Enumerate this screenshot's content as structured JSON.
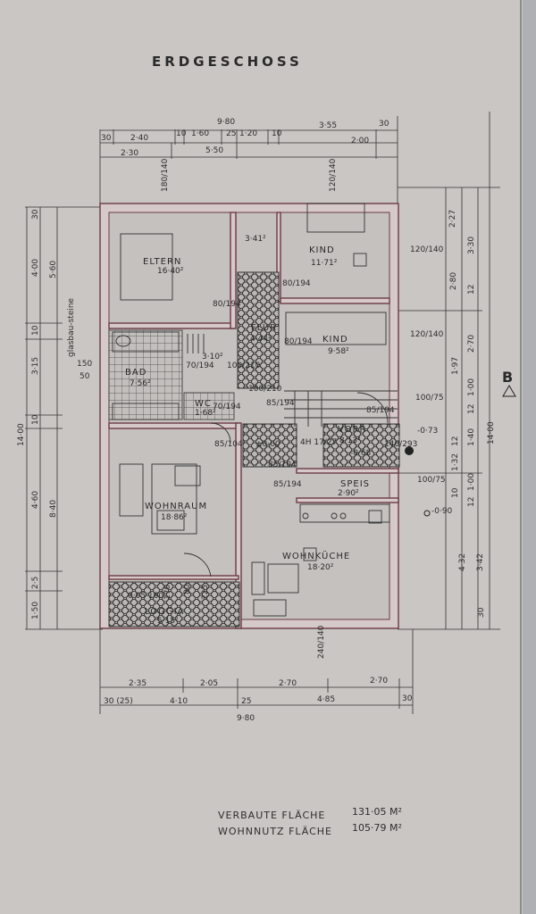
{
  "title": "ERDGESCHOSS",
  "section_marker": "B",
  "rooms": [
    {
      "id": "eltern",
      "name": "ELTERN",
      "area": "16·40²"
    },
    {
      "id": "kind1",
      "name": "KIND",
      "area": "11·71²"
    },
    {
      "id": "kind2",
      "name": "KIND",
      "area": "9·58²"
    },
    {
      "id": "flur",
      "name": "FLUR",
      "area": "4·44²"
    },
    {
      "id": "bad",
      "name": "BAD",
      "area": "7·56²"
    },
    {
      "id": "wc",
      "name": "WC",
      "area": "1·68²"
    },
    {
      "id": "vorr",
      "name": "VORR",
      "area": "8·13²"
    },
    {
      "id": "speis",
      "name": "SPEIS",
      "area": "2·90²"
    },
    {
      "id": "wohnraum",
      "name": "WOHNRAUM",
      "area": "18·86²"
    },
    {
      "id": "wohnkueche",
      "name": "WOHNKÜCHE",
      "area": "18·20²"
    },
    {
      "id": "loggia",
      "name": "LOGGIA",
      "area": "5·15²"
    }
  ],
  "misc_area_label": "3·41²",
  "misc_area_label_2": "3·10²",
  "glass_block_label": "glasbau-steine",
  "stair_label": "4H 17/27",
  "level_labels": [
    "±0·00",
    "-0·68",
    "-0·73",
    "-0·90"
  ],
  "openings": [
    "80/194",
    "80/194",
    "80/194",
    "70/194",
    "70/194",
    "85/104",
    "85/104",
    "100/210",
    "85/194",
    "85/194",
    "100/210",
    "140/293",
    "85/194"
  ],
  "window_labels": [
    "120/140",
    "120/140",
    "100/75",
    "100/75",
    "180/140",
    "120/140",
    "240/140",
    "0·05 160",
    "170",
    "80",
    "225"
  ],
  "dims_top": [
    "9·80",
    "30",
    "2·40",
    "10",
    "1·60",
    "25",
    "1·20",
    "10",
    "3·55",
    "30",
    "2·30",
    "5·50",
    "2·00"
  ],
  "dims_bottom": [
    "2·35",
    "2·05",
    "2·70",
    "2·70",
    "30 (25)",
    "4·10",
    "25",
    "4·85",
    "30",
    "9·80"
  ],
  "dims_left": [
    "30",
    "4·00",
    "10",
    "3·15",
    "10",
    "4·60",
    "2·5",
    "1·50",
    "5·60",
    "8·40",
    "14·00",
    "150",
    "50"
  ],
  "dims_right": [
    "2·27",
    "3·30",
    "2·80",
    "12",
    "2·70",
    "1·97",
    "1·00",
    "12",
    "1·40",
    "12",
    "1·32",
    "10",
    "1·00",
    "12",
    "4·32",
    "3·42",
    "30",
    "14·00"
  ],
  "summary": [
    {
      "label": "VERBAUTE FLÄCHE",
      "value": "131·05 M²"
    },
    {
      "label": "WOHNNUTZ FLÄCHE",
      "value": "105·79 M²"
    }
  ]
}
